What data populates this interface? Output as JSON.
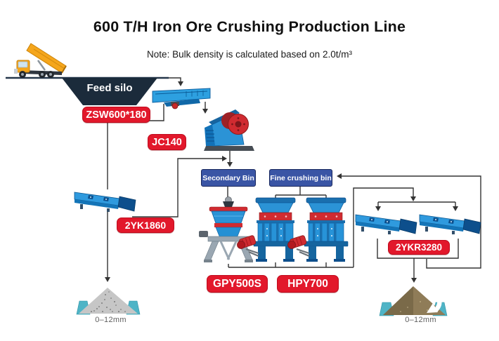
{
  "header": {
    "title": "600 T/H Iron Ore Crushing Production Line",
    "note": "Note: Bulk density is calculated based on 2.0t/m³"
  },
  "labels": {
    "feed_silo": "Feed silo",
    "feeder_model": "ZSW600*180",
    "jaw_crusher_model": "JC140",
    "screen_left_model": "2YK1860",
    "secondary_bin": "Secondary Bin",
    "fine_crushing_bin": "Fine crushing bin",
    "gyratory_crusher_model": "GPY500S",
    "cone_crusher_model": "HPY700",
    "screen_right_model": "2YKR3280",
    "product_left_size": "0–12mm",
    "product_right_size": "0–12mm"
  },
  "colors": {
    "tag_red": "#e2182b",
    "bin_blue": "#3a55a5",
    "silo_navy": "#1b2b3b",
    "machine_blue": "#2b93d6",
    "machine_red": "#d02b31",
    "truck_yellow": "#f5a61c",
    "teal_block": "#4fb4c6",
    "flow_line": "#333333"
  }
}
